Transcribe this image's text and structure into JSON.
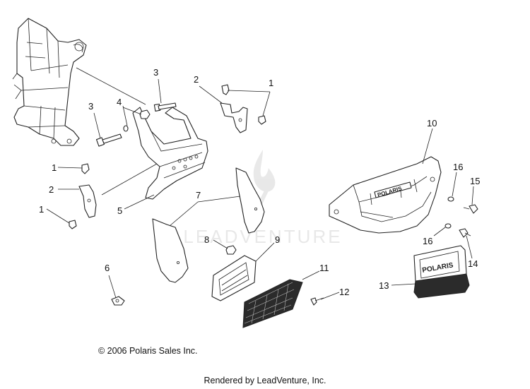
{
  "diagram": {
    "callouts": [
      "1",
      "2",
      "3",
      "3",
      "4",
      "1",
      "2",
      "1",
      "5",
      "6",
      "7",
      "8",
      "9",
      "10",
      "11",
      "12",
      "13",
      "14",
      "15",
      "16",
      "16"
    ],
    "watermark_text": "LEADVENTURE",
    "copyright": "© 2006 Polaris Sales Inc.",
    "rendered_by": "Rendered by LeadVenture, Inc.",
    "bumper_logo": "POLARIS",
    "panel_logo": "POLARIS"
  }
}
